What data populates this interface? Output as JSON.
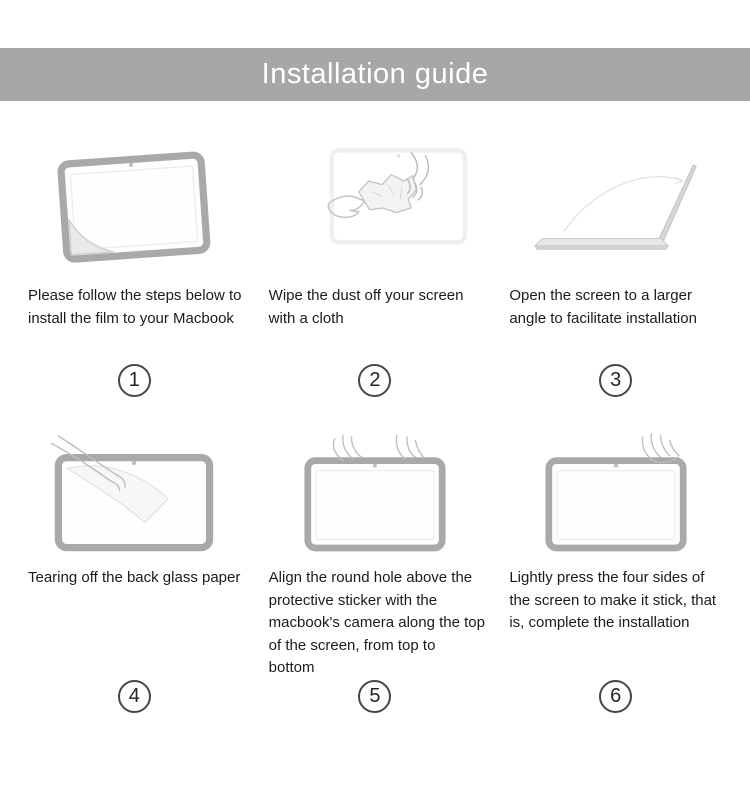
{
  "header": {
    "title": "Installation guide"
  },
  "colors": {
    "header_bg": "#a7a7a7",
    "line_art": "#bdbdbd",
    "screen_border": "#a9a9a9",
    "text": "#1b1b1b"
  },
  "steps": [
    {
      "number": "1",
      "illustration": "macbook-film-peel",
      "text": "Please follow the steps below to install the film to your Macbook"
    },
    {
      "number": "2",
      "illustration": "wipe-cloth",
      "text": "Wipe the dust off your screen with a cloth"
    },
    {
      "number": "3",
      "illustration": "open-laptop-angle",
      "text": "Open the screen to a larger angle to facilitate installation"
    },
    {
      "number": "4",
      "illustration": "tear-back-paper",
      "text": "Tearing off the back glass paper"
    },
    {
      "number": "5",
      "illustration": "align-film-camera",
      "text": "Align the round hole above the protective sticker with the macbook's camera along the top of the screen, from top to bottom"
    },
    {
      "number": "6",
      "illustration": "press-four-sides",
      "text": "Lightly press the four sides of the screen to make it stick, that is, complete the installation"
    }
  ]
}
